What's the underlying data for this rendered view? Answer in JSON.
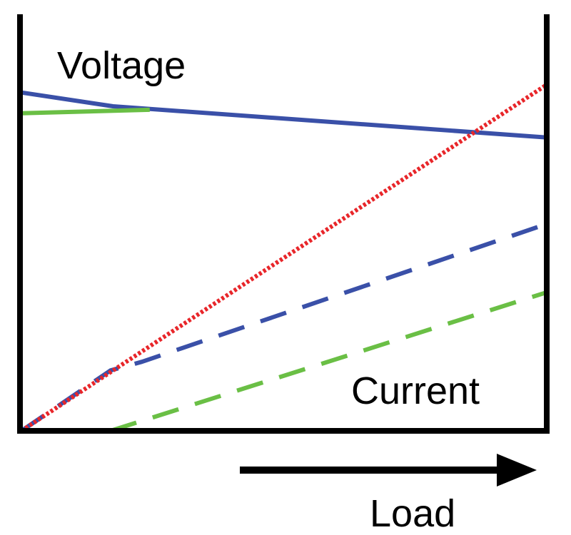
{
  "chart_data": {
    "type": "line",
    "xlabel": "Load",
    "ylabel": "",
    "annotations": {
      "voltage": "Voltage",
      "current": "Current"
    },
    "xlim": [
      0,
      100
    ],
    "ylim": [
      0,
      100
    ],
    "grid": false,
    "axis_color": "#000000",
    "series": [
      {
        "color": "#3a50a8",
        "style": "solid",
        "x": [
          0,
          17.5,
          100
        ],
        "y": [
          98,
          94,
          85
        ]
      },
      {
        "color": "#6abf45",
        "style": "solid",
        "x": [
          0,
          24.5
        ],
        "y": [
          92,
          93
        ]
      },
      {
        "color": "#3a50a8",
        "style": "dashed",
        "x": [
          0,
          17,
          23,
          98.5
        ],
        "y": [
          0,
          17.5,
          20,
          59
        ]
      },
      {
        "color": "#6abf45",
        "style": "dashed",
        "x": [
          17,
          100
        ],
        "y": [
          0,
          40
        ]
      },
      {
        "color": "#e8262a",
        "style": "dotted",
        "x": [
          0,
          100
        ],
        "y": [
          0,
          100
        ]
      }
    ]
  }
}
